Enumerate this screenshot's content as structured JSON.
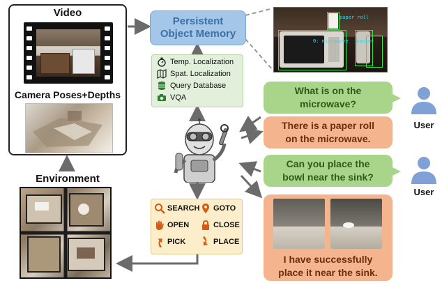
{
  "video": {
    "title": "Video",
    "camera_title": "Camera Poses+Depths"
  },
  "environment": {
    "title": "Environment"
  },
  "memory": {
    "line1": "Persistent",
    "line2": "Object Memory"
  },
  "tools": [
    {
      "label": "Temp. Localization",
      "icon": "stopwatch-icon"
    },
    {
      "label": "Spat. Localization",
      "icon": "map-icon"
    },
    {
      "label": "Query Database",
      "icon": "database-icon"
    },
    {
      "label": "VQA",
      "icon": "camera-icon"
    }
  ],
  "actions": [
    {
      "label": "SEARCH",
      "icon": "magnifier-icon"
    },
    {
      "label": "GOTO",
      "icon": "location-pin-icon"
    },
    {
      "label": "OPEN",
      "icon": "hand-icon"
    },
    {
      "label": "CLOSE",
      "icon": "lock-icon"
    },
    {
      "label": "PICK",
      "icon": "arrow-up-icon"
    },
    {
      "label": "PLACE",
      "icon": "arrow-down-icon"
    }
  ],
  "detection": {
    "labels": [
      "paper roll",
      "0: microwave",
      "washer"
    ]
  },
  "chat": {
    "q1": {
      "line1": "What is on the",
      "line2": "microwave?"
    },
    "a1": {
      "line1": "There is a paper roll",
      "line2": "on the microwave."
    },
    "q2": {
      "line1": "Can you place the",
      "line2": "bowl near the sink?"
    },
    "a2": {
      "line1": "I have successfully",
      "line2": "place it near the sink."
    }
  },
  "users": {
    "label1": "User",
    "label2": "User"
  },
  "colors": {
    "memory_fill": "#a4c6e8",
    "memory_text": "#3d6fa6",
    "tools_fill": "#e1efdb",
    "actions_fill": "#fdeecb",
    "user_bubble": "#a9d58b",
    "agent_bubble": "#f4b48e",
    "user_icon": "#7fa1d6",
    "arrow": "#6b6b6b"
  }
}
